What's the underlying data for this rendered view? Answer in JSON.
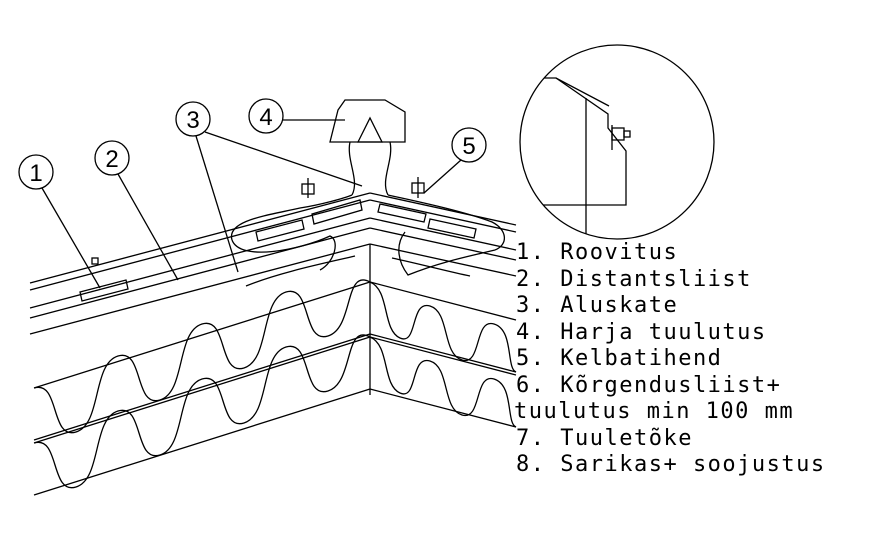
{
  "callouts": [
    "1",
    "2",
    "3",
    "4",
    "5"
  ],
  "legend": [
    "1. Roovitus",
    "2. Distantsliist",
    "3. Aluskate",
    "4. Harja tuulutus",
    "5. Kelbatihend",
    "6. Kõrgendusliist+",
    "tuulutus min 100 mm",
    "7. Tuuletõke",
    "8. Sarikas+ soojustus"
  ],
  "colors": {
    "line": "#000000",
    "background": "#ffffff"
  }
}
